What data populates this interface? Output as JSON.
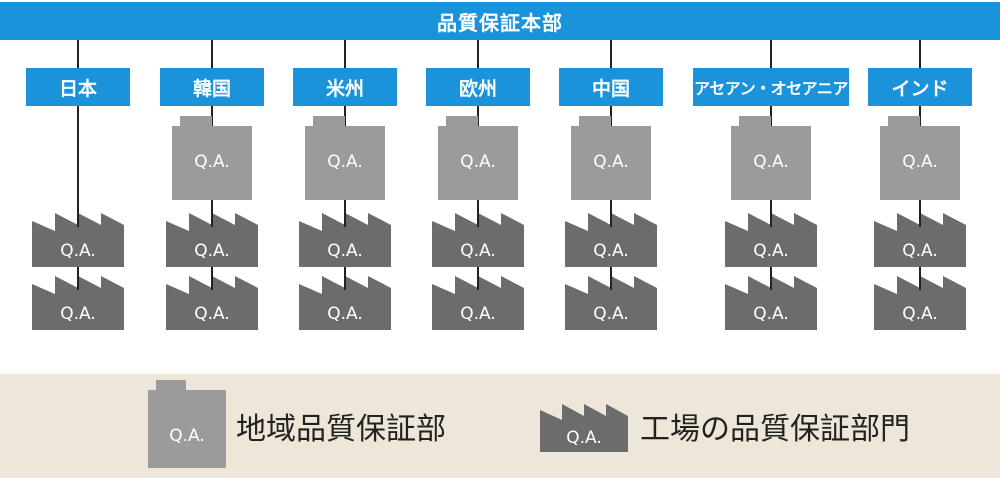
{
  "headquarters": {
    "label": "品質保証本部"
  },
  "regions": [
    {
      "name": "日本",
      "has_regional_qa": false
    },
    {
      "name": "韓国",
      "has_regional_qa": true
    },
    {
      "name": "米州",
      "has_regional_qa": true
    },
    {
      "name": "欧州",
      "has_regional_qa": true
    },
    {
      "name": "中国",
      "has_regional_qa": true
    },
    {
      "name": "アセアン・オセアニア",
      "has_regional_qa": true
    },
    {
      "name": "インド",
      "has_regional_qa": true
    }
  ],
  "qa_label": "Q.A.",
  "factories_per_region": 2,
  "legend": {
    "regional_qa": {
      "icon_label": "Q.A.",
      "label": "地域品質保証部"
    },
    "factory_qa": {
      "icon_label": "Q.A.",
      "label": "工場の品質保証部門"
    }
  },
  "colors": {
    "accent_blue": "#1a93db",
    "regional_qa_gray": "#9b9b9b",
    "factory_qa_gray": "#6c6c6c",
    "legend_background": "#eee6d8"
  }
}
